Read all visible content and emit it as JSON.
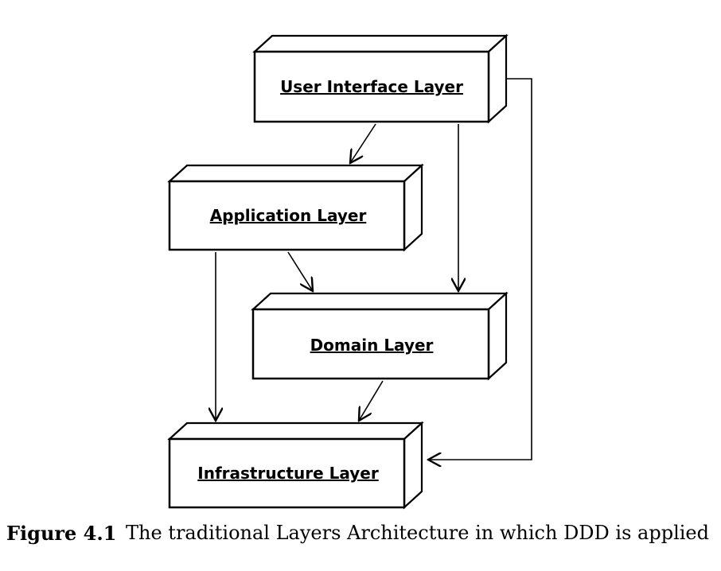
{
  "diagram": {
    "layers": {
      "ui": "User Interface Layer",
      "application": "Application Layer",
      "domain": "Domain Layer",
      "infrastructure": "Infrastructure Layer"
    },
    "line_color": "#000000",
    "box_fill": "#ffffff"
  },
  "caption": {
    "number": "Figure 4.1",
    "text": "The traditional Layers Architecture in which DDD is applied"
  }
}
